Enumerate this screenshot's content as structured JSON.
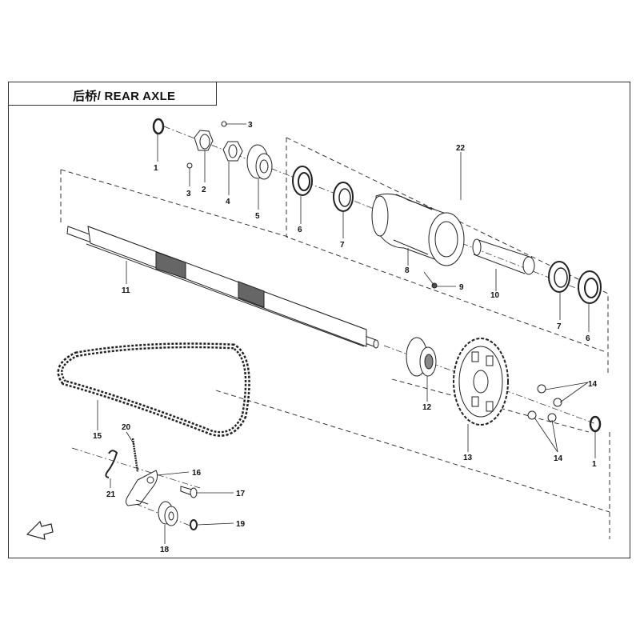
{
  "title": "后桥/ REAR AXLE",
  "callouts": [
    {
      "id": "c1a",
      "text": "1"
    },
    {
      "id": "c3a",
      "text": "3"
    },
    {
      "id": "c3b",
      "text": "3"
    },
    {
      "id": "c2",
      "text": "2"
    },
    {
      "id": "c4",
      "text": "4"
    },
    {
      "id": "c5",
      "text": "5"
    },
    {
      "id": "c6a",
      "text": "6"
    },
    {
      "id": "c7a",
      "text": "7"
    },
    {
      "id": "c22",
      "text": "22"
    },
    {
      "id": "c8",
      "text": "8"
    },
    {
      "id": "c9",
      "text": "9"
    },
    {
      "id": "c10",
      "text": "10"
    },
    {
      "id": "c7b",
      "text": "7"
    },
    {
      "id": "c6b",
      "text": "6"
    },
    {
      "id": "c11",
      "text": "11"
    },
    {
      "id": "c12",
      "text": "12"
    },
    {
      "id": "c13",
      "text": "13"
    },
    {
      "id": "c14a",
      "text": "14"
    },
    {
      "id": "c14b",
      "text": "14"
    },
    {
      "id": "c1b",
      "text": "1"
    },
    {
      "id": "c15",
      "text": "15"
    },
    {
      "id": "c20",
      "text": "20"
    },
    {
      "id": "c16",
      "text": "16"
    },
    {
      "id": "c21",
      "text": "21"
    },
    {
      "id": "c17",
      "text": "17"
    },
    {
      "id": "c18",
      "text": "18"
    },
    {
      "id": "c19",
      "text": "19"
    }
  ]
}
